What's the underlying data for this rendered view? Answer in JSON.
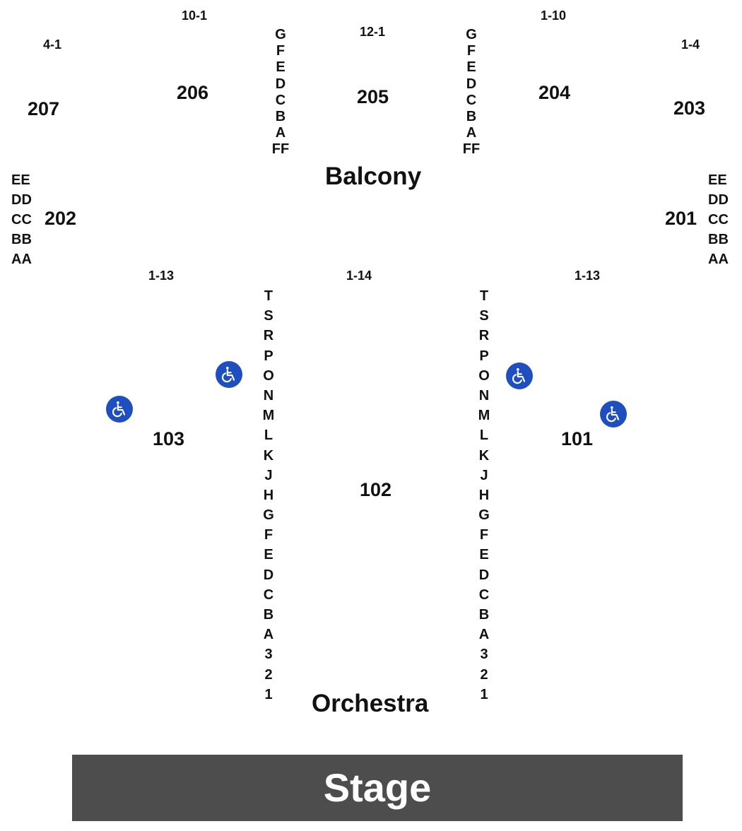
{
  "levels": {
    "balcony": "Balcony",
    "orchestra": "Orchestra",
    "stage": "Stage"
  },
  "balcony": {
    "sections": {
      "s207": "207",
      "s206": "206",
      "s205": "205",
      "s204": "204",
      "s203": "203",
      "s202": "202",
      "s201": "201"
    },
    "seat_ranges": {
      "s207": "4-1",
      "s206": "10-1",
      "s205": "12-1",
      "s204": "1-10",
      "s203": "1-4"
    },
    "rows": [
      "G",
      "F",
      "E",
      "D",
      "C",
      "B",
      "A",
      "FF"
    ],
    "side_rows": [
      "EE",
      "DD",
      "CC",
      "BB",
      "AA"
    ]
  },
  "orchestra": {
    "sections": {
      "s103": "103",
      "s102": "102",
      "s101": "101"
    },
    "seat_ranges": {
      "s103": "1-13",
      "s102": "1-14",
      "s101": "1-13"
    },
    "rows": [
      "T",
      "S",
      "R",
      "P",
      "O",
      "N",
      "M",
      "L",
      "K",
      "J",
      "H",
      "G",
      "F",
      "E",
      "D",
      "C",
      "B",
      "A",
      "3",
      "2",
      "1"
    ]
  },
  "icons": {
    "accessible": "wheelchair-accessible-icon"
  },
  "colors": {
    "accessible": "#1f4fbf",
    "stage": "#4d4d4d",
    "text": "#111111"
  }
}
